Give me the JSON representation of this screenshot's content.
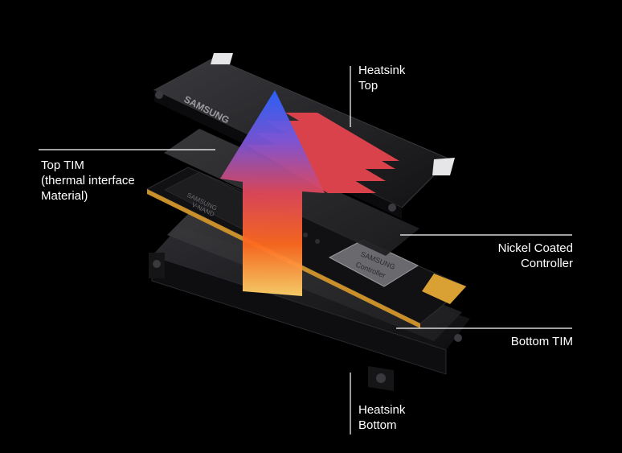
{
  "labels": {
    "heatsink_top": [
      "Heatsink",
      "Top"
    ],
    "top_tim": [
      "Top TIM",
      "(thermal interface",
      "Material)"
    ],
    "nickel_controller": [
      "Nickel Coated",
      "Controller"
    ],
    "bottom_tim": [
      "Bottom TIM"
    ],
    "heatsink_bottom": [
      "Heatsink",
      "Bottom"
    ]
  },
  "product_text": {
    "heatsink_brand": "SAMSUNG",
    "controller_brand": "SAMSUNG",
    "controller_name": "Controller",
    "nand_brand": "SAMSUNG",
    "nand_name": "V-NAND"
  },
  "colors": {
    "background": "#000000",
    "label_text": "#ffffff",
    "leader_line": "#ffffff",
    "heatsink": "#1c1c1f",
    "heatsink_fins": "#d9424a",
    "tim_pad": "#2a2a2d",
    "pcb": "#121212",
    "gold_contacts": "#d9a033",
    "arrow_top": "#2a63ff",
    "arrow_bottom": "#ff6a1f"
  }
}
